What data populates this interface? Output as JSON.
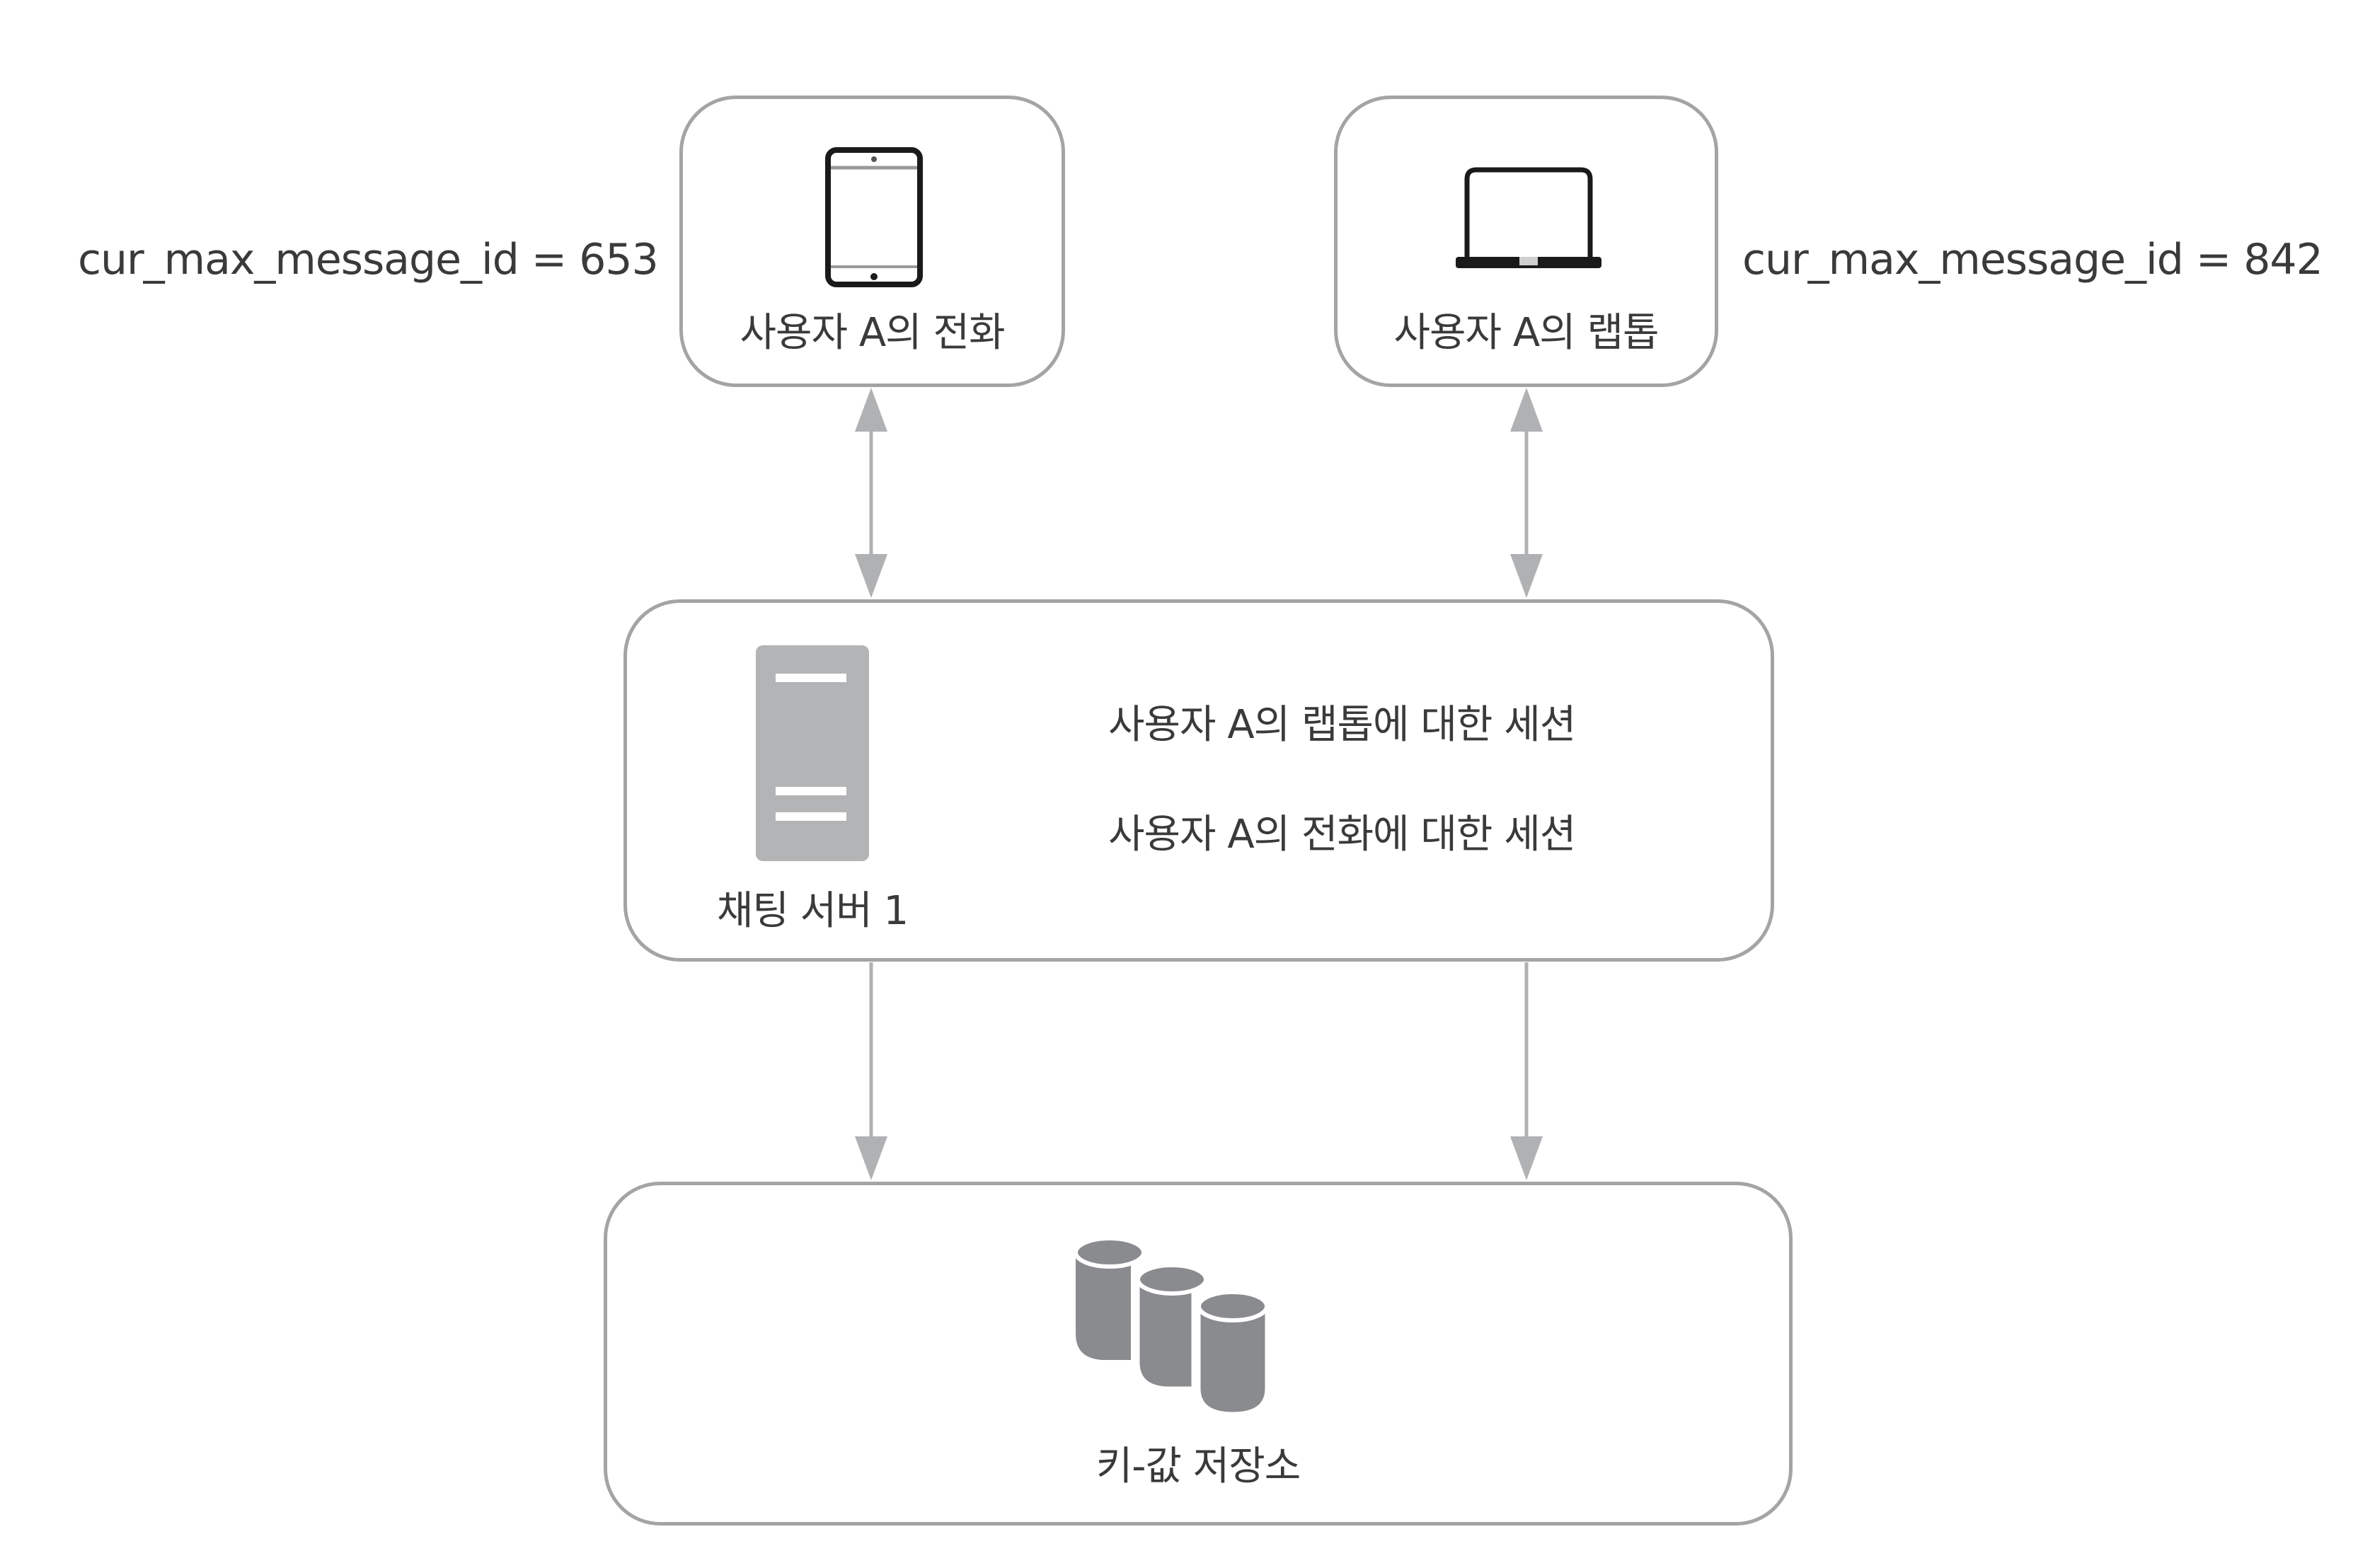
{
  "diagram": {
    "phone": {
      "label": "사용자 A의 전화",
      "annotation": "cur_max_message_id = 653",
      "icon": "phone-icon"
    },
    "laptop": {
      "label": "사용자 A의 랩톱",
      "annotation": "cur_max_message_id = 842",
      "icon": "laptop-icon"
    },
    "chat_server": {
      "label": "채팅 서버 1",
      "icon": "server-icon",
      "sessions": [
        "사용자 A의 랩톱에 대한 세션",
        "사용자 A의 전화에 대한 세션"
      ]
    },
    "kv_store": {
      "label": "키-값 저장소",
      "icon": "database-icon"
    },
    "edges": [
      {
        "from": "phone",
        "to": "chat_server",
        "direction": "bidirectional"
      },
      {
        "from": "laptop",
        "to": "chat_server",
        "direction": "bidirectional"
      },
      {
        "from": "chat_server",
        "to": "kv_store",
        "direction": "forward"
      },
      {
        "from": "chat_server",
        "to": "kv_store",
        "direction": "forward"
      }
    ],
    "colors": {
      "border": "#a3a4a6",
      "arrow": "#b0b1b3",
      "icon_gray": "#8a8b8e",
      "server_gray": "#b3b4b6",
      "text": "#3a3a3a"
    }
  }
}
